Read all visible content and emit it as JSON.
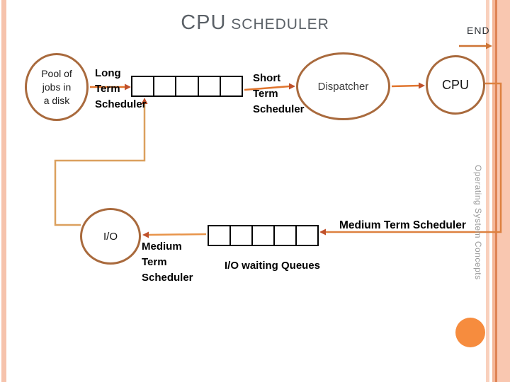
{
  "slide": {
    "title_primary": "CPU",
    "title_secondary": "SCHEDULER",
    "end_label": "END",
    "footer_vertical_text": "Operating System Concepts"
  },
  "diagram": {
    "pool_node_label": "Pool of\njobs in\na disk",
    "long_term_label": "Long\nTerm\nScheduler",
    "short_term_label": "Short\nTerm\nScheduler",
    "dispatcher_node_label": "Dispatcher",
    "cpu_node_label": "CPU",
    "io_node_label": "I/O",
    "medium_term_left_label": "Medium\nTerm\nScheduler",
    "medium_term_right_label": "Medium Term Scheduler",
    "io_waiting_label": "I/O waiting Queues",
    "ready_queue_cells": 5,
    "io_queue_cells": 5
  },
  "colors": {
    "node_stroke": "#A96A3D",
    "arrow_stroke": "#E0752E",
    "return_path_stroke": "#DBA05E",
    "arrowhead": "#C0512B",
    "title_gray": "#5B6167",
    "accent_dot": "#F68C3E",
    "border_stripe": "#F6C3AC"
  }
}
